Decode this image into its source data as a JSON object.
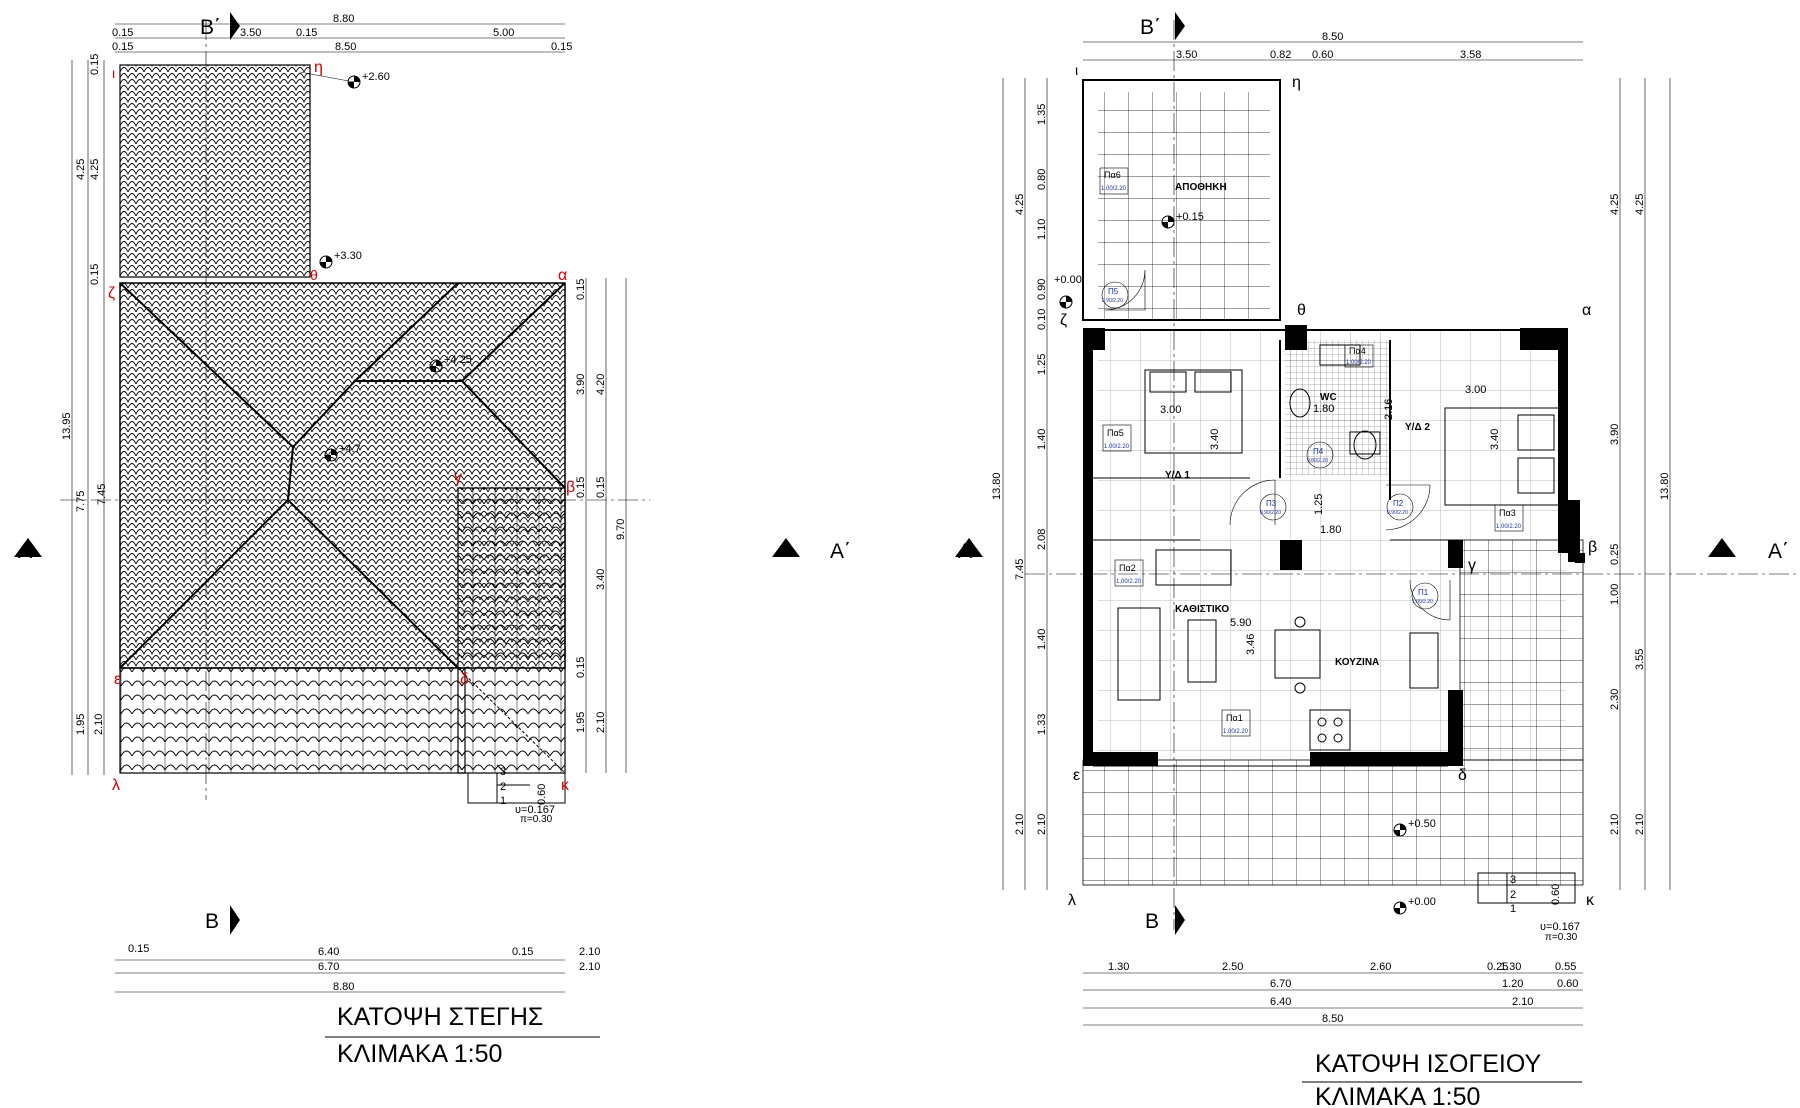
{
  "titles": {
    "roof_title": "ΚΑΤΟΨΗ ΣΤΕΓΗΣ",
    "roof_scale": "ΚΛΙΜΑΚΑ 1:50",
    "ground_title": "ΚΑΤΟΨΗ ΙΣΟΓΕΙΟΥ",
    "ground_scale": "ΚΛΙΜΑΚΑ 1:50"
  },
  "sections": {
    "a": "A",
    "a_prime": "A΄",
    "b": "B",
    "b_prime": "B΄"
  },
  "roof_points": {
    "eta": "η",
    "iota": "ι",
    "theta": "θ",
    "zeta": "ζ",
    "alpha": "α",
    "gamma": "γ",
    "beta": "β",
    "epsilon": "ε",
    "delta": "δ",
    "lambda": "λ",
    "kappa": "κ"
  },
  "ground_points": {
    "eta": "η",
    "iota": "ι",
    "theta": "θ",
    "zeta": "ζ",
    "alpha": "α",
    "gamma": "γ",
    "beta": "β",
    "epsilon": "ε",
    "delta": "δ",
    "lambda": "λ",
    "kappa": "κ"
  },
  "roof_levels": {
    "l1": "+2.60",
    "l2": "+3.30",
    "l3": "+4.25",
    "l4": "+4.7"
  },
  "ground_levels": {
    "l1": "+0.15",
    "l2": "+0.00",
    "l3": "+0.50",
    "l4": "+0.00"
  },
  "rooms": {
    "storage": "ΑΠΟΘΗΚΗ",
    "wc": "WC",
    "bed1": "Υ/Δ 1",
    "bed2": "Υ/Δ 2",
    "living": "ΚΑΘΙΣΤΙΚΟ",
    "kitchen": "ΚΟΥΖΙΝΑ"
  },
  "openings": {
    "pa6": "Πα6",
    "pa5": "Πα5",
    "pa4": "Πα4",
    "pa3": "Πα3",
    "pa2": "Πα2",
    "pa1": "Πα1",
    "p5": "Π5",
    "p4": "Π4",
    "p3": "Π3",
    "p2": "Π2",
    "p1": "Π1",
    "sz_a": "1.00/2.20",
    "sz_b": "0.90/2.20",
    "sz_c": "0.80/2.20"
  },
  "room_dims": {
    "d300a": "3.00",
    "d340a": "3.40",
    "d180a": "1.80",
    "d216": "2.16",
    "d125": "1.25",
    "d180b": "1.80",
    "d300b": "3.00",
    "d340b": "3.40",
    "d590": "5.90",
    "d346": "3.46"
  },
  "stairs": {
    "s3": "3",
    "s2": "2",
    "s1": "1",
    "w": "0.60",
    "u": "υ=0.167",
    "p": "π=0.30",
    "g3": "3",
    "g2": "2",
    "g1": "1",
    "gw": "0.60",
    "gu": "υ=0.167",
    "gp": "π=0.30"
  },
  "roof_dims": {
    "top_total": "8.80",
    "top_a": "0.15",
    "top_b": "3.50",
    "top_c": "0.15",
    "top_d": "5.00",
    "top2_a": "0.15",
    "top2_b": "8.50",
    "top2_c": "0.15",
    "left1_a": "0.15",
    "left1_b": "4.25",
    "left2": "4.25",
    "left1_c": "0.15",
    "left_total": "13.95",
    "left_745": "7.45",
    "left_775": "7.75",
    "left_195": "1.95",
    "left_210": "2.10",
    "right_a": "0.15",
    "right_b": "3.90",
    "right_c": "4.20",
    "right_d": "0.15",
    "right_e": "0.15",
    "right_f": "3.40",
    "right_g": "9.70",
    "right_h": "0.15",
    "right_i": "1.95",
    "right_j": "2.10",
    "bot1_a": "0.15",
    "bot1_b": "6.40",
    "bot1_c": "0.15",
    "bot1_d": "2.10",
    "bot2_a": "6.70",
    "bot2_b": "2.10",
    "bot3": "8.80"
  },
  "ground_dims": {
    "top_total": "8.50",
    "top_a": "3.50",
    "top_b": "0.82",
    "top_c": "0.60",
    "top_d": "3.58",
    "left_a": "1.35",
    "left_b": "0.80",
    "left_c": "1.10",
    "left_d": "0.90",
    "left_e": "0.10",
    "left_f": "1.25",
    "left_g": "1.40",
    "left_h": "2.08",
    "left_i": "1.40",
    "left_j": "1.33",
    "left_k": "2.10",
    "left_425": "4.25",
    "left_745": "7.45",
    "left_1380": "13.80",
    "left_210": "2.10",
    "right_425a": "4.25",
    "right_425b": "4.25",
    "right_390": "3.90",
    "right_025": "0.25",
    "right_100": "1.00",
    "right_230": "2.30",
    "right_355": "3.55",
    "right_210a": "2.10",
    "right_210b": "2.10",
    "right_1380": "13.80",
    "bot1_a": "1.30",
    "bot1_b": "2.50",
    "bot1_c": "2.60",
    "bot1_d": "0.25",
    "bot1_e": "1.30",
    "bot1_f": "0.55",
    "bot2_a": "6.70",
    "bot2_b": "1.20",
    "bot2_c": "0.60",
    "bot3_a": "6.40",
    "bot3_b": "2.10",
    "bot4": "8.50"
  }
}
